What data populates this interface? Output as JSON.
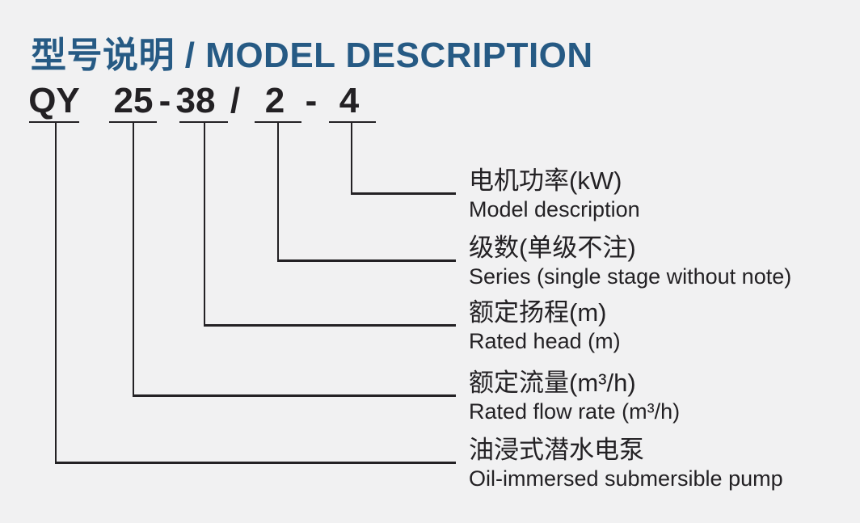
{
  "page": {
    "title": "型号说明 / MODEL DESCRIPTION",
    "title_color": "#265a84",
    "text_color": "#232124",
    "background": "#f1f1f2"
  },
  "model_code": {
    "full": "QY 25-38/2-4",
    "parts": {
      "prefix": "QY",
      "flow": "25",
      "dash1": "-",
      "head": "38",
      "slash": "/",
      "stages": "2",
      "dash2": "-",
      "power": "4"
    }
  },
  "labels": [
    {
      "zh": "电机功率(kW)",
      "en": "Model description"
    },
    {
      "zh": "级数(单级不注)",
      "en": "Series (single stage without note)"
    },
    {
      "zh": "额定扬程(m)",
      "en": "Rated head (m)"
    },
    {
      "zh": "额定流量(m³/h)",
      "en": "Rated flow rate (m³/h)"
    },
    {
      "zh": "油浸式潜水电泵",
      "en": "Oil-immersed submersible pump"
    }
  ]
}
